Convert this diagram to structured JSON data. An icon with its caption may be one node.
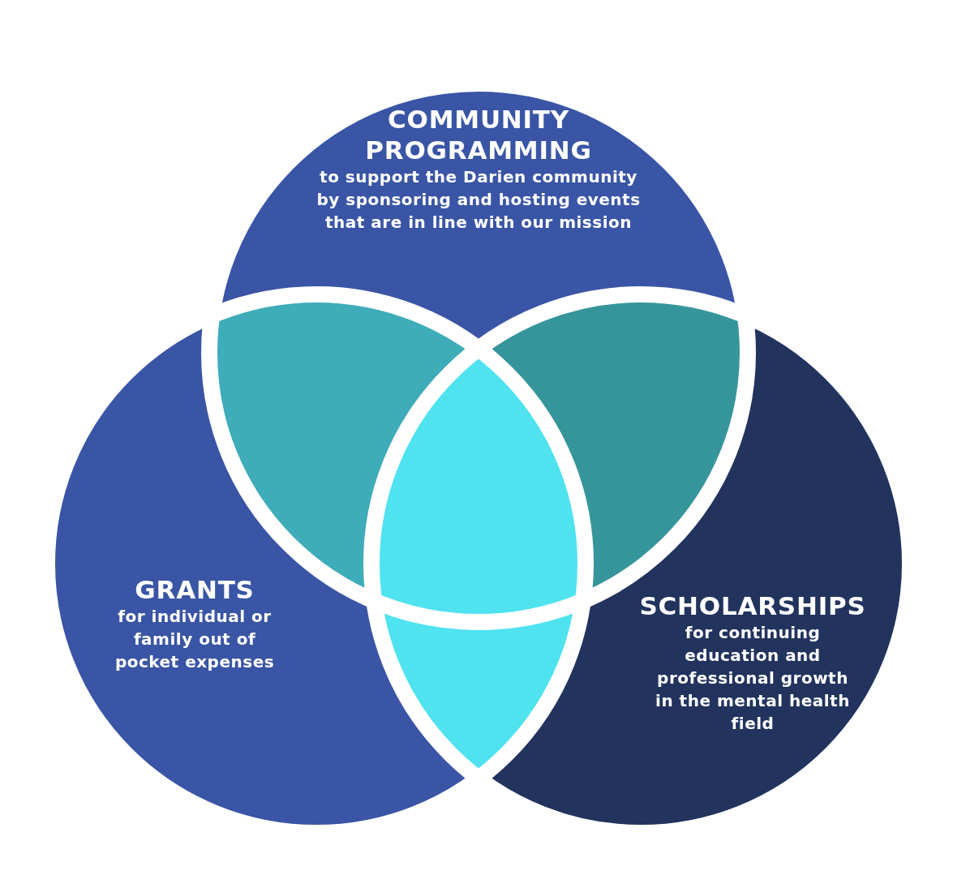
{
  "diagram": {
    "nodes": [
      {
        "text": [
          "COMMUNITY PROGRAMMING",
          "to support the Darien community by sponsoring and hosting events that are in line with our mission"
        ]
      },
      {
        "text": [
          "GRANTS",
          "for individual or family out of pocket expenses"
        ]
      },
      {
        "text": [
          "SCHOLARSHIPS",
          "for continuing education and professional growth in the mental health field"
        ]
      }
    ]
  }
}
